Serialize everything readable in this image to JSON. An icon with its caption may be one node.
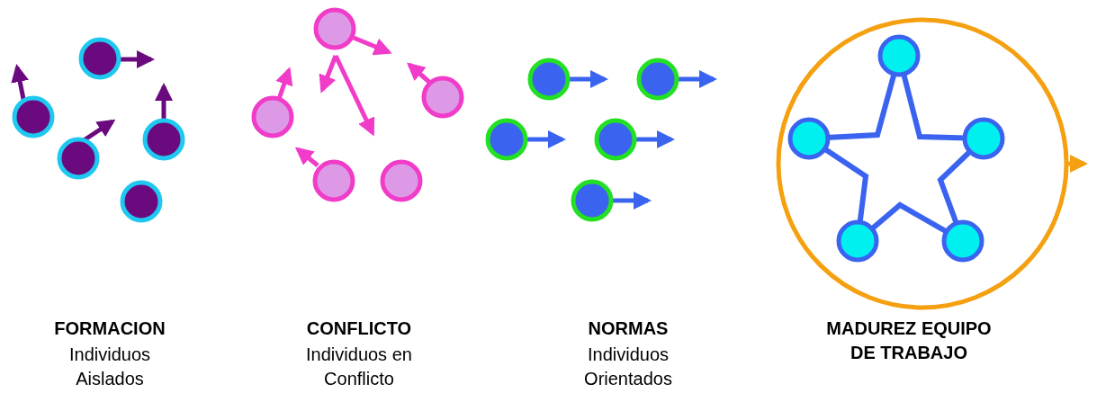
{
  "diagram": {
    "labels": [
      "FORMACION",
      "Individuos Aislados",
      "CONFLICTO",
      "Individuos en Conflicto",
      "NORMAS",
      "Individuos Orientados",
      "MADUREZ EQUIPO DE TRABAJO"
    ]
  }
}
